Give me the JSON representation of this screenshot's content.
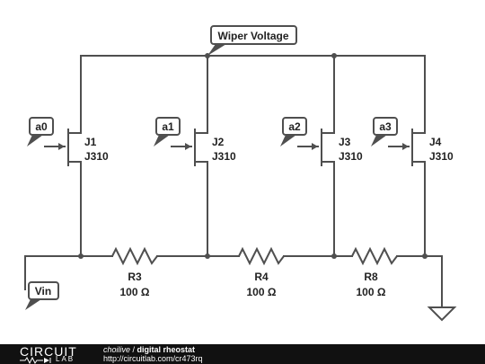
{
  "net_labels": {
    "wiper": "Wiper Voltage",
    "a0": "a0",
    "a1": "a1",
    "a2": "a2",
    "a3": "a3",
    "vin": "Vin"
  },
  "transistors": [
    {
      "ref": "J1",
      "part": "J310"
    },
    {
      "ref": "J2",
      "part": "J310"
    },
    {
      "ref": "J3",
      "part": "J310"
    },
    {
      "ref": "J4",
      "part": "J310"
    }
  ],
  "resistors": [
    {
      "ref": "R3",
      "value": "100 Ω"
    },
    {
      "ref": "R4",
      "value": "100 Ω"
    },
    {
      "ref": "R8",
      "value": "100 Ω"
    }
  ],
  "footer": {
    "brand_top": "CIRCUIT",
    "brand_bottom": "LAB",
    "author": "choilive",
    "separator": " / ",
    "title": "digital rheostat",
    "url": "http://circuitlab.com/cr473rq"
  }
}
